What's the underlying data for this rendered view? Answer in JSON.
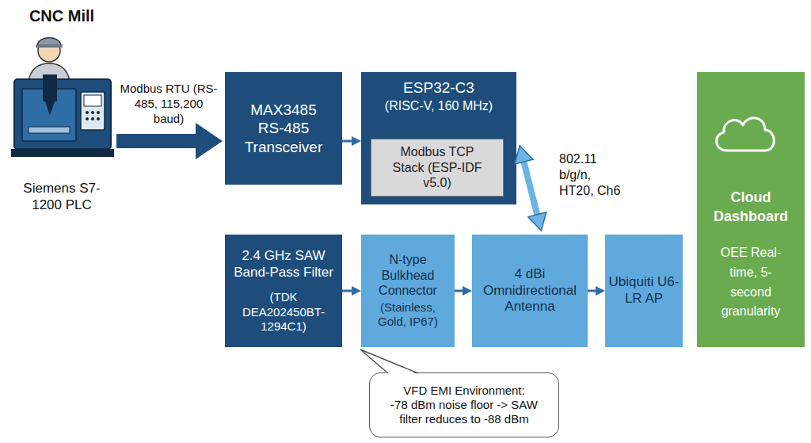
{
  "diagram": {
    "nodes": [
      {
        "text": [
          "CNC Mill",
          "Siemens S7-1200 PLC"
        ]
      },
      {
        "text": [
          "MAX3485 RS-485 Transceiver"
        ]
      },
      {
        "text": [
          "ESP32-C3",
          "(RISC-V, 160 MHz)"
        ]
      },
      {
        "text": [
          "Modbus TCP Stack (ESP-IDF v5.0)"
        ],
        "in": 2
      },
      {
        "text": [
          "2.4 GHz SAW Band-Pass Filter",
          "(TDK DEA202450BT-1294C1)"
        ]
      },
      {
        "text": [
          "N-type Bulkhead Connector",
          "(Stainless, Gold, IP67)"
        ]
      },
      {
        "text": [
          "4 dBi Omnidirectional Antenna"
        ]
      },
      {
        "text": [
          "Ubiquiti U6-LR AP"
        ]
      },
      {
        "text": [
          "Cloud Dashboard",
          "OEE Real-time, 5-second granularity"
        ]
      },
      {
        "text": [
          "VFD EMI Environment:",
          "-78 dBm noise floor -> SAW filter reduces to -88 dBm"
        ]
      }
    ],
    "edges": [
      {
        "from": 0,
        "to": 1,
        "arrow": "to",
        "label": "Modbus RTU (RS-485, 115,200 baud)"
      },
      {
        "from": 1,
        "to": 2,
        "arrow": "to"
      },
      {
        "from": 2,
        "to": 6,
        "arrow": "both",
        "label": "802.11 b/g/n, HT20, Ch6"
      },
      {
        "from": 4,
        "to": 5,
        "arrow": "to"
      },
      {
        "from": 5,
        "to": 6,
        "arrow": "to"
      },
      {
        "from": 6,
        "to": 7,
        "arrow": "to"
      }
    ]
  }
}
